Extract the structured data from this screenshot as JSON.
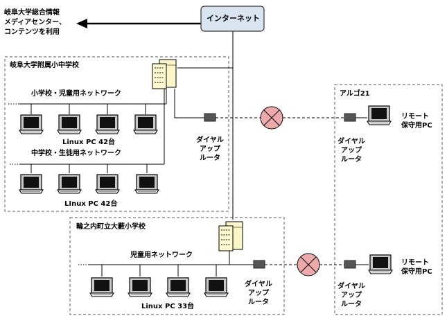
{
  "internet": {
    "label": "インターネット"
  },
  "gifu_univ_note": [
    "岐阜大学総合情報",
    "メディアセンター、",
    "コンテンツを利用"
  ],
  "school1": {
    "title": "岐阜大学附属小中学校",
    "net_elem": "小学校・児童用ネットワーク",
    "pc_elem": "Linux PC 42台",
    "net_junior": "中学校・生徒用ネットワーク",
    "pc_junior": "LInux PC 42台"
  },
  "school2": {
    "title": "輪之内町立大藪小学校",
    "net": "児童用ネットワーク",
    "pc": "Linux PC 33台"
  },
  "algo": {
    "title": "アルゴ21"
  },
  "dialup_router": [
    "ダイヤル",
    "アップ",
    "ルータ"
  ],
  "remote_pc": [
    "リモート",
    "保守用PC"
  ]
}
